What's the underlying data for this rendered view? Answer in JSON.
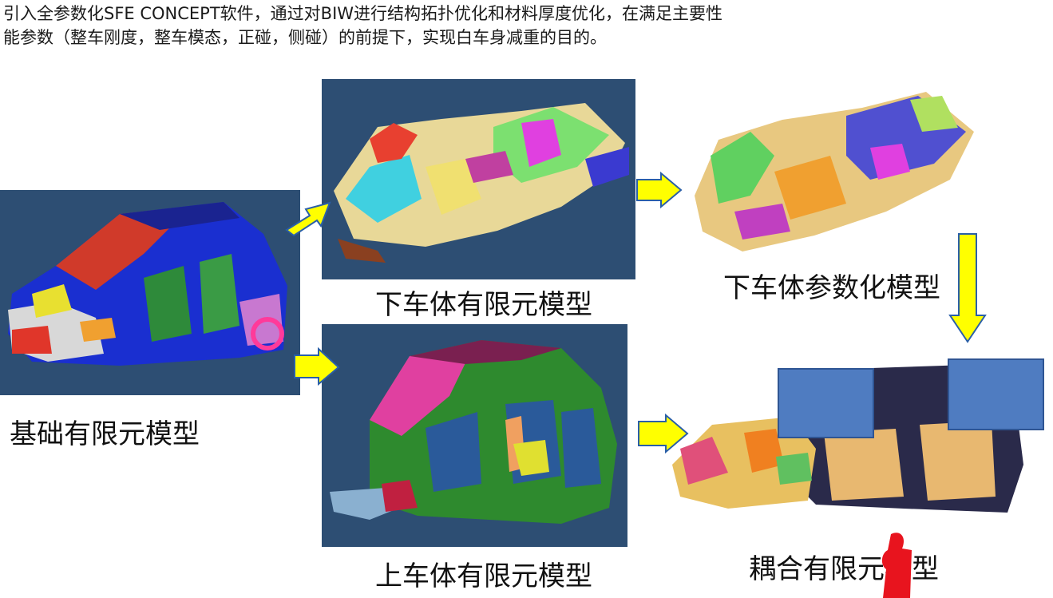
{
  "intro": {
    "line1": "引入全参数化SFE CONCEPT软件，通过对BIW进行结构拓扑优化和材料厚度优化，在满足主要性",
    "line2": "能参数（整车刚度，整车模态，正碰，侧碰）的前提下，实现白车身减重的目的。"
  },
  "labels": {
    "base_model": "基础有限元模型",
    "lower_fe": "下车体有限元模型",
    "upper_fe": "上车体有限元模型",
    "lower_param": "下车体参数化模型",
    "coupled": "耦合有限元模型"
  },
  "colors": {
    "panel_bg": "#2d4e73",
    "arrow_fill": "#ffff00",
    "arrow_stroke": "#2a5fa8",
    "box_fill": "#4f7cc1"
  }
}
